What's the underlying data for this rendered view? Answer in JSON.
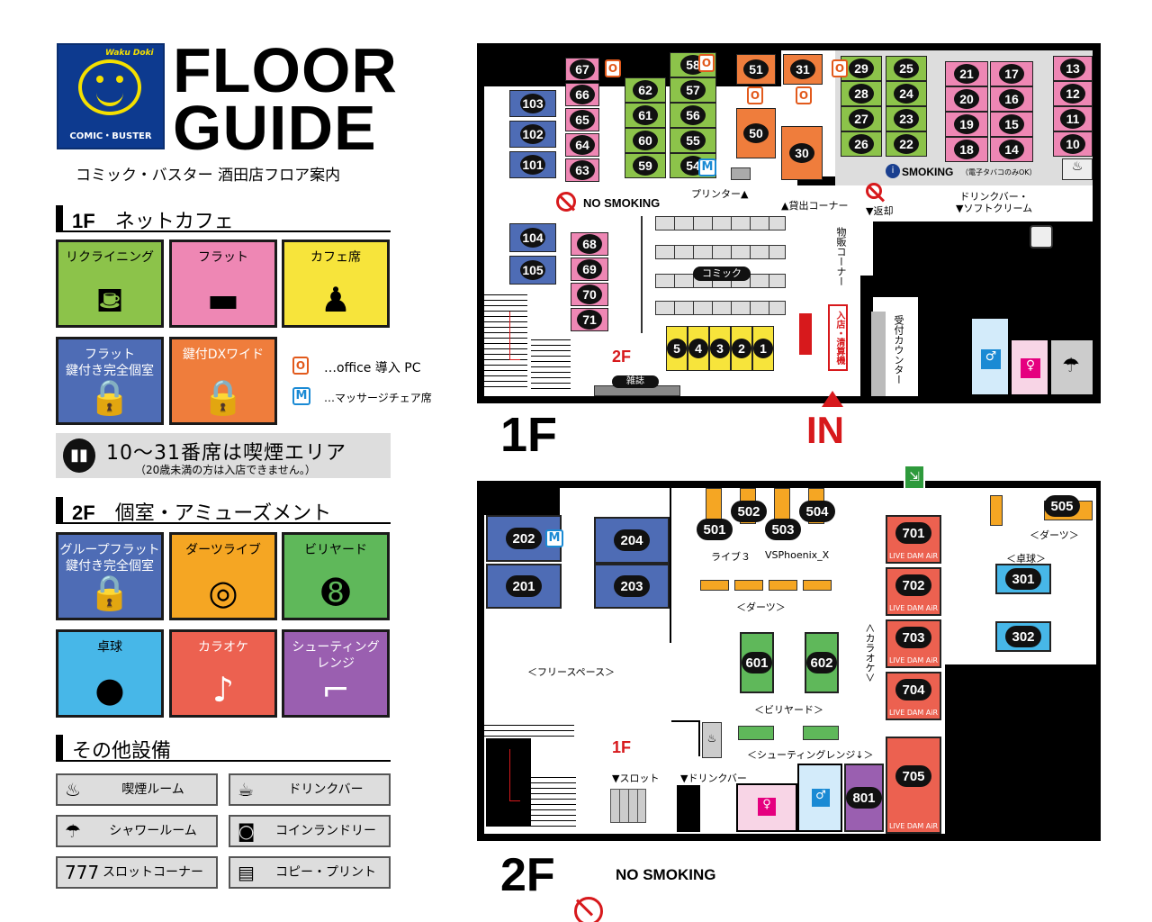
{
  "header": {
    "logo_line1": "Waku Doki",
    "logo_line2": "COMIC・BUSTER",
    "title1": "FLOOR",
    "title2": "GUIDE",
    "subtitle": "コミック・バスター 酒田店フロア案内"
  },
  "legend": {
    "sec1": {
      "floor": "1F",
      "name": "ネットカフェ"
    },
    "tiles1": [
      {
        "label": "リクライニング",
        "color": "#8cc34a",
        "icon": "reclining-icon"
      },
      {
        "label": "フラット",
        "color": "#ee87b4",
        "icon": "flat-icon"
      },
      {
        "label": "カフェ席",
        "color": "#f7e43b",
        "icon": "cafe-seat-icon"
      },
      {
        "label": "フラット\n鍵付き完全個室",
        "color": "#4e6cb5",
        "icon": "locked-flat-icon"
      },
      {
        "label": "鍵付DXワイド",
        "color": "#ef7d3c",
        "icon": "dx-wide-icon"
      }
    ],
    "office_note": "…office 導入 PC",
    "massage_note": "…マッサージチェア席",
    "smoking_note": "10～31番席は喫煙エリア",
    "smoking_sub": "（20歳未満の方は入店できません。）",
    "sec2": {
      "floor": "2F",
      "name": "個室・アミューズメント"
    },
    "tiles2": [
      {
        "label": "グループフラット\n鍵付き完全個室",
        "color": "#4e6cb5",
        "icon": "group-flat-icon"
      },
      {
        "label": "ダーツライブ",
        "color": "#f5a623",
        "icon": "dartboard-icon"
      },
      {
        "label": "ビリヤード",
        "color": "#5fb85a",
        "icon": "billiard-ball-icon"
      },
      {
        "label": "卓球",
        "color": "#47b7e8",
        "icon": "ping-pong-icon"
      },
      {
        "label": "カラオケ",
        "color": "#ec6150",
        "icon": "microphone-icon"
      },
      {
        "label": "シューティング\nレンジ",
        "color": "#9a5fb0",
        "icon": "pistol-icon"
      }
    ],
    "sec3": {
      "name": "その他設備"
    },
    "facilities": [
      {
        "label": "喫煙ルーム",
        "icon": "smoking-room-icon"
      },
      {
        "label": "ドリンクバー",
        "icon": "drink-bar-icon"
      },
      {
        "label": "シャワールーム",
        "icon": "shower-icon"
      },
      {
        "label": "コインランドリー",
        "icon": "laundry-icon"
      },
      {
        "label": "スロットコーナー",
        "icon": "slot-icon"
      },
      {
        "label": "コピー・プリント",
        "icon": "copier-icon"
      }
    ]
  },
  "floor1": {
    "label": "1F",
    "entrance": "IN",
    "to_2f": "2F",
    "labels": {
      "no_smoking": "NO SMOKING",
      "smoking": "SMOKING",
      "smoking_note": "（電子タバコのみOK）",
      "printer": "プリンター▲",
      "rental": "▲貸出コーナー",
      "return": "▼返却",
      "drink": "ドリンクバー・\n▼ソフトクリーム",
      "goods": "物販コーナー",
      "comic": "コミック",
      "magazine": "雑誌",
      "reception": "受付カウンター",
      "checkout": "入店・清算機"
    },
    "seats": [
      "101",
      "102",
      "103",
      "104",
      "105",
      "63",
      "64",
      "65",
      "66",
      "67",
      "68",
      "69",
      "70",
      "71",
      "54",
      "55",
      "56",
      "57",
      "58",
      "59",
      "60",
      "61",
      "62",
      "50",
      "51",
      "30",
      "31",
      "22",
      "23",
      "24",
      "25",
      "26",
      "27",
      "28",
      "29",
      "14",
      "15",
      "16",
      "17",
      "18",
      "19",
      "20",
      "21",
      "10",
      "11",
      "12",
      "13",
      "1",
      "2",
      "3",
      "4",
      "5"
    ]
  },
  "floor2": {
    "label": "2F",
    "no_smoking": "NO SMOKING",
    "to_1f": "1F",
    "rooms": [
      "201",
      "202",
      "203",
      "204",
      "301",
      "302",
      "501",
      "502",
      "503",
      "504",
      "505",
      "601",
      "602",
      "701",
      "702",
      "703",
      "704",
      "705",
      "801"
    ],
    "karaoke_sub": "LIVE DAM AiR",
    "labels": {
      "free": "＜フリースペース＞",
      "darts": "＜ダーツ＞",
      "darts2": "＜ダーツ＞",
      "live3": "ライブ３",
      "vsp": "VSPhoenix_X",
      "table_tennis": "＜卓球＞",
      "billiards": "＜ビリヤード＞",
      "shooting": "＜シューティングレンジ↓＞",
      "karaoke": "＜カラオケ＞",
      "slot": "▼スロット",
      "drink": "▼ドリンクバー"
    }
  }
}
